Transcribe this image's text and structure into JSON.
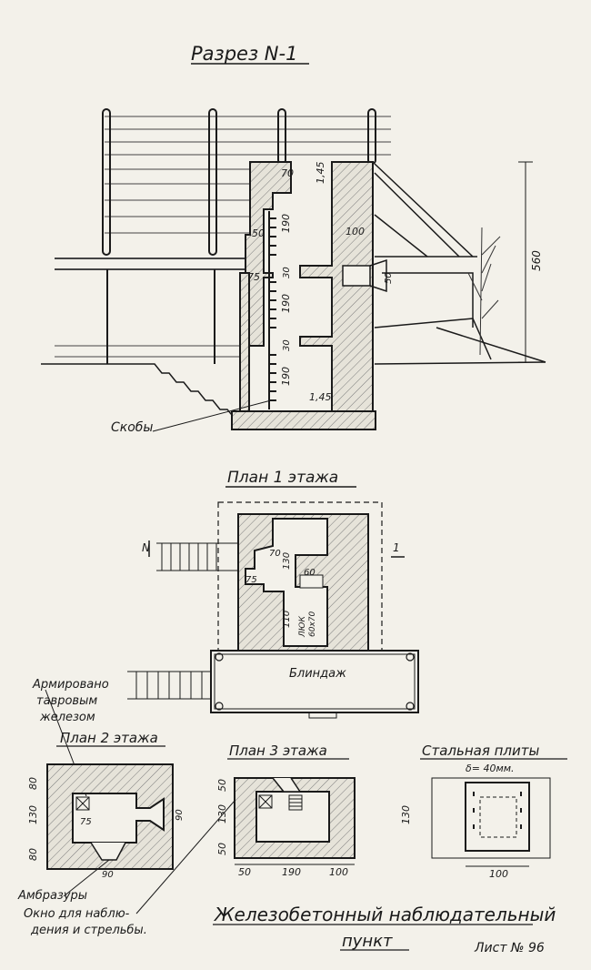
{
  "titles": {
    "section": "Разрез N-1",
    "plan1": "План 1 этажа",
    "plan2": "План 2 этажа",
    "plan3": "План 3 этажа",
    "steel_plate": "Стальная плиты",
    "steel_thickness": "δ= 40мм.",
    "main_line1": "Железобетонный наблюдательный",
    "main_line2": "пункт",
    "sheet_no": "Лист № 96"
  },
  "labels": {
    "brackets": "Скобы",
    "dugout": "Блиндаж",
    "reinforced_l1": "Армировано",
    "reinforced_l2": "тавровым",
    "reinforced_l3": "железом",
    "embrasures": "Амбразуры",
    "window_l1": "Окно для наблю-",
    "window_l2": "дения и стрельбы.",
    "north_mark": "N",
    "section_mark": "1"
  },
  "section_dims": {
    "d70": "70",
    "d145_top": "1,45",
    "d190_a": "190",
    "d50": "50",
    "d100": "100",
    "d75": "75",
    "d30_a": "30",
    "d190_b": "190",
    "d30_b": "30",
    "d190_c": "190",
    "d145_bot": "1,45",
    "d560": "560",
    "d50_emb": "50"
  },
  "plan1_dims": {
    "d70": "70",
    "d130": "130",
    "d60": "60",
    "d75": "75",
    "d110": "110",
    "lyk_l1": "ЛЮК",
    "lyk_l2": "60х70"
  },
  "plan2_dims": {
    "d80_top": "80",
    "d130": "130",
    "d80_bot": "80",
    "d75": "75",
    "d90_side": "90",
    "d90_bot": "90"
  },
  "plan3_dims": {
    "d50_top": "50",
    "d130": "130",
    "d50_side": "50",
    "d50_bot": "50",
    "d190": "190",
    "d100": "100"
  },
  "plate_dims": {
    "d130": "130",
    "d100": "100"
  }
}
